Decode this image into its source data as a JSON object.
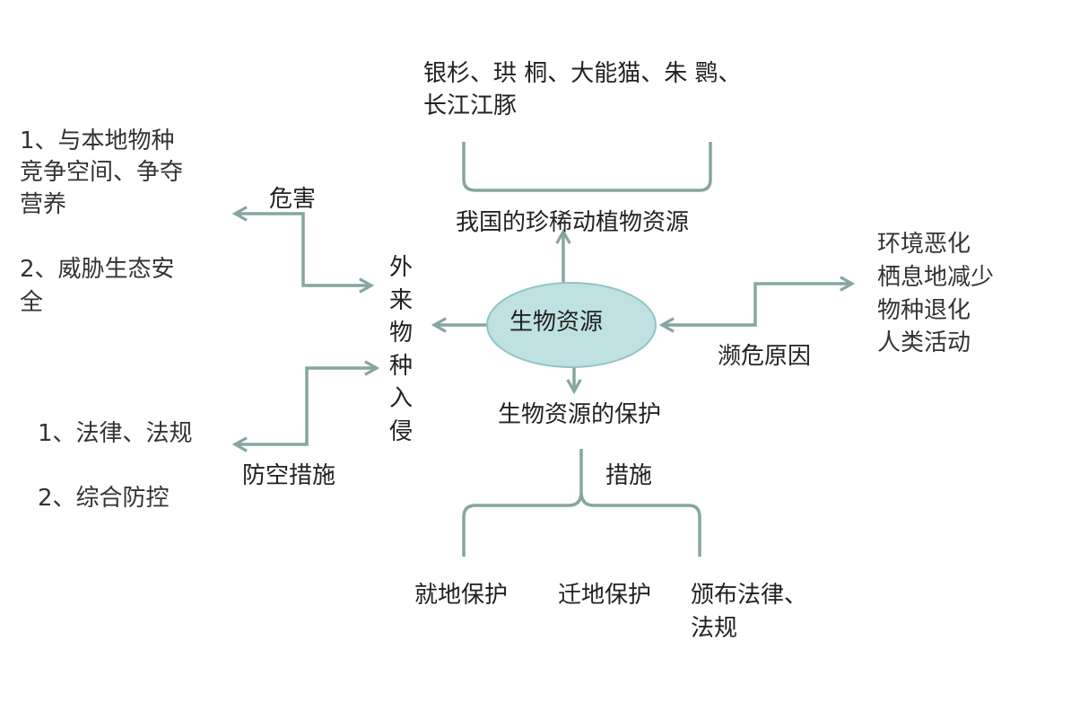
{
  "center": {
    "label": "生物资源"
  },
  "rare": {
    "title": "我国的珍稀动植物资源",
    "examples_line1": "银杉、珙 桐、大能猫、朱 鹮、",
    "examples_line2": "长江江豚"
  },
  "endangered": {
    "label": "濒危原因",
    "reasons": [
      "环境恶化",
      "栖息地减少",
      "物种退化",
      "人类活动"
    ]
  },
  "protection": {
    "title": "生物资源的保护",
    "measures_label": "措施",
    "measures": [
      "就地保护",
      "迁地保护"
    ],
    "law_line1": "颁布法律、",
    "law_line2": "法规"
  },
  "invasion": {
    "title": "外来物种入侵",
    "harm_label": "危害",
    "harms": {
      "h1_line1": "1、与本地物种",
      "h1_line2": "竞争空间、争夺",
      "h1_line3": "营养",
      "h2_line1": "2、威胁生态安",
      "h2_line2": "全"
    },
    "prevention_label": "防空措施",
    "preventions": [
      "1、法律、法规",
      "2、综合防控"
    ]
  },
  "colors": {
    "arrow": "#86a6a1",
    "ellipse_fill": "#bfe1e2",
    "ellipse_stroke": "#92c3c6"
  }
}
